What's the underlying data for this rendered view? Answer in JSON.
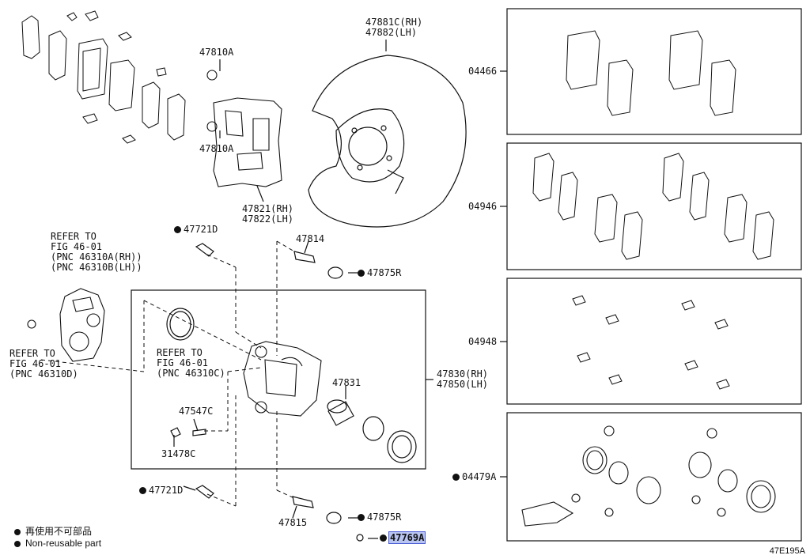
{
  "labels": {
    "p47881": "47881C(RH)\n47882(LH)",
    "p47810a_top": "47810A",
    "p47810a_bot": "47810A",
    "p47821": "47821(RH)\n47822(LH)",
    "p47721d_top": "47721D",
    "p47814": "47814",
    "p47875r_top": "47875R",
    "refer_top": "REFER TO\nFIG 46-01\n(PNC 46310A(RH))\n(PNC 46310B(LH))",
    "refer_left": "REFER TO\nFIG 46-01\n(PNC 46310D)",
    "refer_mid": "REFER TO\nFIG 46-01\n(PNC 46310C)",
    "p47831": "47831",
    "p47830": "47830(RH)\n47850(LH)",
    "p47547c": "47547C",
    "p31478c": "31478C",
    "p47721d_bot": "47721D",
    "p47815": "47815",
    "p47875r_bot": "47875R",
    "p47769a": "47769A",
    "p04466": "04466",
    "p04946": "04946",
    "p04948": "04948",
    "p04479a": "04479A"
  },
  "legend": {
    "jp": "再使用不可部品",
    "en": "Non-reusable part"
  },
  "diagram_code": "47E195A",
  "colors": {
    "highlight": "#b8c4f2",
    "line": "#111111"
  }
}
